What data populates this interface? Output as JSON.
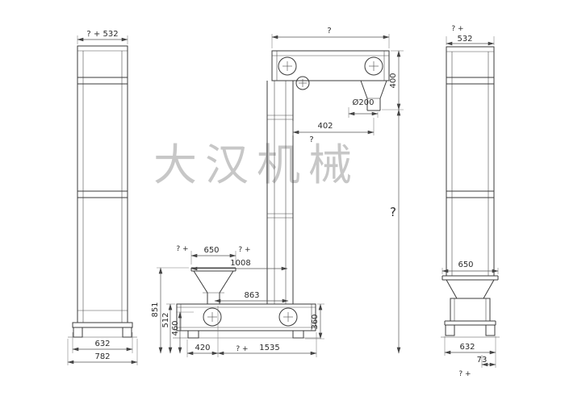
{
  "watermark": "大汉机械",
  "left_view": {
    "top_dim": "? + 532",
    "feet_span": "632",
    "overall_width": "782"
  },
  "middle_view": {
    "head_width": "?",
    "head_height": "400",
    "spout_diameter": "Ø200",
    "head_offset": "402",
    "head_offset_note": "?",
    "overall_height": "?",
    "inlet_prefix": "? +",
    "inlet_width": "650",
    "inlet_suffix": "? +",
    "inlet_span": "1008",
    "boot_span": "863",
    "inlet_height": "851",
    "boot_height_outer": "512",
    "boot_height_inner": "460",
    "boot_left_offset": "420",
    "base_prefix": "? +",
    "base_span": "1535",
    "boot_right_height": "360"
  },
  "right_view": {
    "top_prefix": "? +",
    "top_width": "532",
    "base_flange_width": "650",
    "base_width": "632",
    "foot_offset": "73",
    "bottom_note": "? +"
  }
}
